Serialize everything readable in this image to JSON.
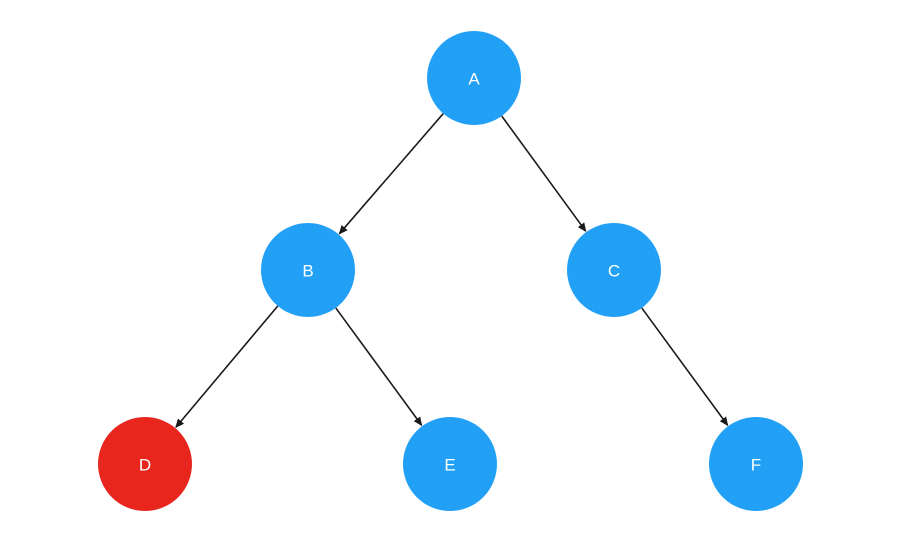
{
  "colors": {
    "node_default": "#21a0f6",
    "node_highlight": "#e8261e",
    "edge": "#1a1a1a",
    "label": "#ffffff",
    "background": "#ffffff"
  },
  "tree": {
    "nodes": [
      {
        "id": "A",
        "label": "A",
        "highlighted": false
      },
      {
        "id": "B",
        "label": "B",
        "highlighted": false
      },
      {
        "id": "C",
        "label": "C",
        "highlighted": false
      },
      {
        "id": "D",
        "label": "D",
        "highlighted": true
      },
      {
        "id": "E",
        "label": "E",
        "highlighted": false
      },
      {
        "id": "F",
        "label": "F",
        "highlighted": false
      }
    ],
    "edges": [
      {
        "from": "A",
        "to": "B"
      },
      {
        "from": "A",
        "to": "C"
      },
      {
        "from": "B",
        "to": "D"
      },
      {
        "from": "B",
        "to": "E"
      },
      {
        "from": "C",
        "to": "F"
      }
    ]
  }
}
